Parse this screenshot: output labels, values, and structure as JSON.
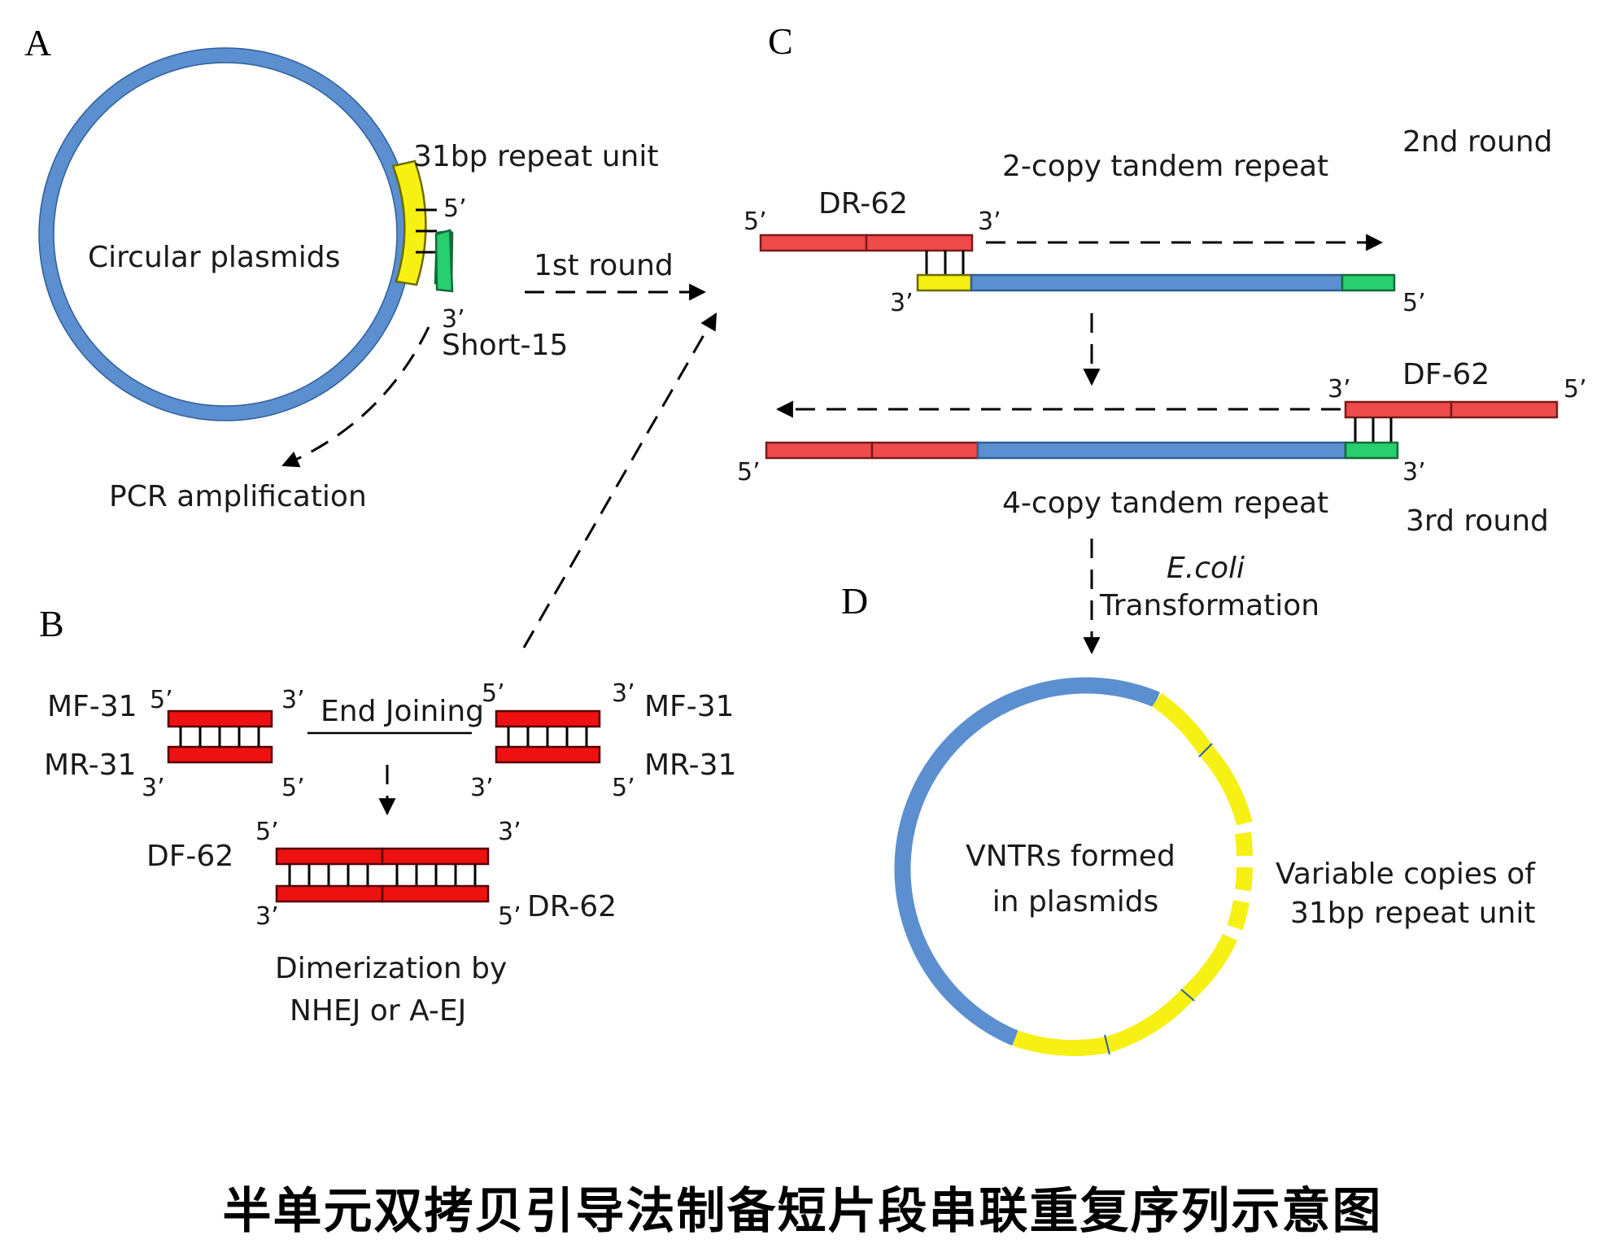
{
  "panels": {
    "a": {
      "letter": "A",
      "circle_label": "Circular  plasmids",
      "repeat_label": "31bp repeat unit",
      "prime5": "5’",
      "prime3": "3’",
      "primer_label": "Short-15",
      "pcr_label": "PCR amplification"
    },
    "arrow_1st": "1st round",
    "b": {
      "letter": "B",
      "mf_left": "MF-31",
      "mr_left": "MR-31",
      "mf_right": "MF-31",
      "mr_right": "MR-31",
      "end_joining": "End Joining",
      "df": "DF-62",
      "dr": "DR-62",
      "p5": "5’",
      "p3": "3’",
      "dimer_line1": "Dimerization by",
      "dimer_line2": "NHEJ or A-EJ"
    },
    "c": {
      "letter": "C",
      "round2": "2nd round",
      "copy2": "2-copy tandem repeat",
      "dr62": "DR-62",
      "df62": "DF-62",
      "copy4": "4-copy tandem repeat",
      "round3": "3rd round",
      "p5": "5’",
      "p3": "3’"
    },
    "ecoli": "E.coli",
    "transformation": "Transformation",
    "d": {
      "letter": "D",
      "circle_line1": "VNTRs formed",
      "circle_line2": "in plasmids",
      "var_line1": "Variable copies of",
      "var_line2": "31bp repeat unit"
    }
  },
  "caption": "半单元双拷贝引导法制备短片段串联重复序列示意图",
  "colors": {
    "backbone": "#5b8fcf",
    "repeat_unit": "#f7f013",
    "primer": "#27cf6e",
    "dimer": "#ee4b4b",
    "oligo": "#ee1111"
  }
}
